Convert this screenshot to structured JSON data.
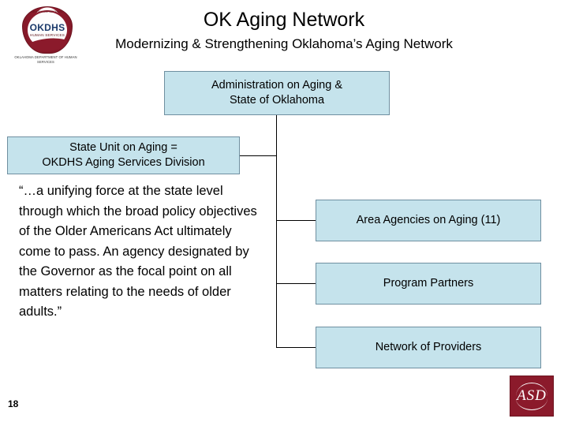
{
  "slide": {
    "title": "OK Aging Network",
    "subtitle": "Modernizing & Strengthening Oklahoma’s Aging Network",
    "number": "18"
  },
  "logo": {
    "top_text": "OKLAHOMA DEPARTMENT OF",
    "main_text": "OKDHS",
    "sub_text": "HUMAN SERVICES",
    "caption": "OKLAHOMA DEPARTMENT OF HUMAN SERVICES"
  },
  "asd_logo": {
    "text": "ASD"
  },
  "diagram": {
    "boxes": [
      {
        "id": "aoa",
        "label": "Administration on Aging &\nState of Oklahoma"
      },
      {
        "id": "sua",
        "label": "State Unit on Aging =\nOKDHS Aging Services Division"
      },
      {
        "id": "aaa",
        "label": "Area Agencies on Aging (11)"
      },
      {
        "id": "prog",
        "label": "Program Partners"
      },
      {
        "id": "net",
        "label": "Network of Providers"
      }
    ],
    "box_fill": "#c5e3ec",
    "box_border": "#6f8fa0",
    "connector_color": "#000000"
  },
  "quote": {
    "text": "“…a unifying force at the state level through which the broad policy objectives of the Older Americans Act ultimately come to pass.  An agency designated by the Governor as the focal point on all matters relating to the needs of older adults.”"
  }
}
